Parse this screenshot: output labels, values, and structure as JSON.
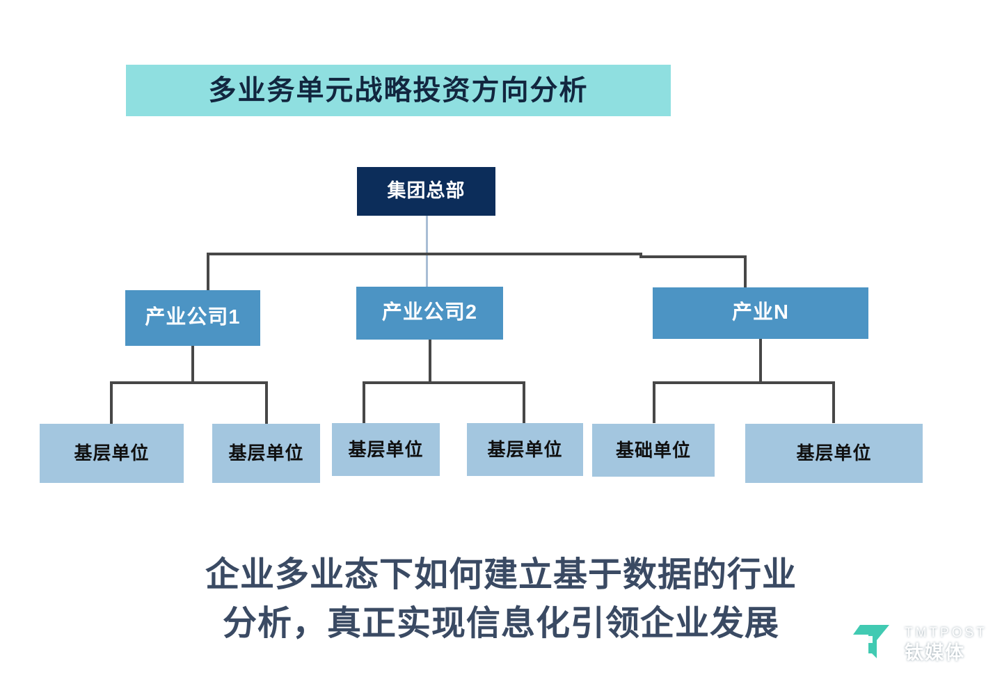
{
  "title": {
    "text": "多业务单元战略投资方向分析",
    "background": "#8FDFE0",
    "text_color": "#12263f"
  },
  "chart_data": {
    "type": "diagram",
    "diagram_type": "organization-tree",
    "title": "多业务单元战略投资方向分析",
    "levels": 3,
    "colors": {
      "root": "#0C2D5A",
      "division": "#4C94C4",
      "leaf": "#A3C6DF",
      "connector": "#474747",
      "connector_light": "#A8BDD4",
      "banner": "#8FDFE0",
      "caption": "#3a4a63"
    },
    "nodes": [
      {
        "id": "root",
        "label": "集团总部",
        "level": 0,
        "parent": null
      },
      {
        "id": "div1",
        "label": "产业公司1",
        "level": 1,
        "parent": "root"
      },
      {
        "id": "div2",
        "label": "产业公司2",
        "level": 1,
        "parent": "root"
      },
      {
        "id": "divN",
        "label": "产业N",
        "level": 1,
        "parent": "root"
      },
      {
        "id": "leaf1",
        "label": "基层单位",
        "level": 2,
        "parent": "div1"
      },
      {
        "id": "leaf2",
        "label": "基层单位",
        "level": 2,
        "parent": "div1"
      },
      {
        "id": "leaf3",
        "label": "基层单位",
        "level": 2,
        "parent": "div2"
      },
      {
        "id": "leaf4",
        "label": "基层单位",
        "level": 2,
        "parent": "div2"
      },
      {
        "id": "leaf5",
        "label": "基础单位",
        "level": 2,
        "parent": "divN"
      },
      {
        "id": "leaf6",
        "label": "基层单位",
        "level": 2,
        "parent": "divN"
      }
    ],
    "edges": [
      {
        "from": "root",
        "to": "div1"
      },
      {
        "from": "root",
        "to": "div2"
      },
      {
        "from": "root",
        "to": "divN"
      },
      {
        "from": "div1",
        "to": "leaf1"
      },
      {
        "from": "div1",
        "to": "leaf2"
      },
      {
        "from": "div2",
        "to": "leaf3"
      },
      {
        "from": "div2",
        "to": "leaf4"
      },
      {
        "from": "divN",
        "to": "leaf5"
      },
      {
        "from": "divN",
        "to": "leaf6"
      }
    ]
  },
  "tree": {
    "root": {
      "label": "集团总部"
    },
    "divisions": [
      {
        "label": "产业公司1"
      },
      {
        "label": "产业公司2"
      },
      {
        "label": "产业N"
      }
    ],
    "leaves": [
      {
        "label": "基层单位"
      },
      {
        "label": "基层单位"
      },
      {
        "label": "基层单位"
      },
      {
        "label": "基层单位"
      },
      {
        "label": "基础单位"
      },
      {
        "label": "基层单位"
      }
    ]
  },
  "caption": {
    "line1": "企业多业态下如何建立基于数据的行业",
    "line2": "分析，真正实现信息化引领企业发展"
  },
  "watermark": {
    "brand_en": "TMTPOST",
    "brand_cn": "钛媒体",
    "mark_color": "#3BC9B0"
  }
}
